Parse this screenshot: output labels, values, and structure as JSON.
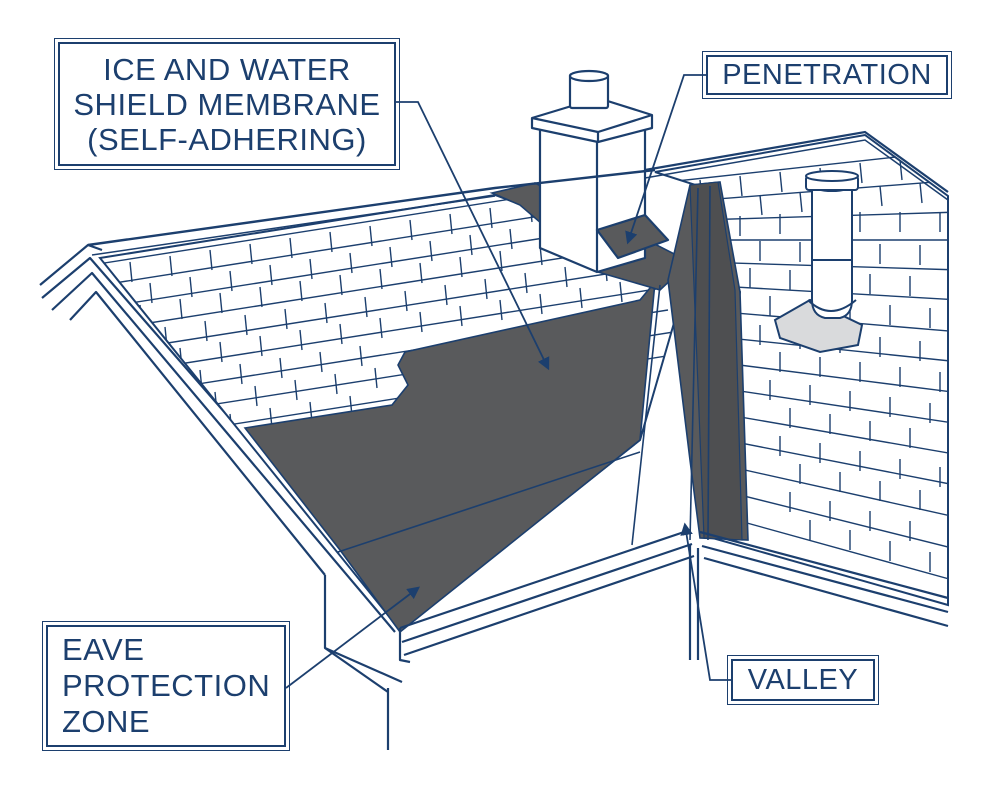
{
  "colors": {
    "line": "#1c3f6e",
    "membrane": "#595a5c",
    "background": "#ffffff",
    "shingle": "#ffffff"
  },
  "callouts": {
    "membrane": {
      "lines": [
        "ICE AND WATER",
        "SHIELD MEMBRANE",
        "(SELF-ADHERING)"
      ]
    },
    "penetration": {
      "lines": [
        "PENETRATION"
      ]
    },
    "eave": {
      "lines": [
        "EAVE",
        "PROTECTION",
        "ZONE"
      ]
    },
    "valley": {
      "lines": [
        "VALLEY"
      ]
    }
  },
  "icons": [
    "chimney-icon",
    "vent-pipe-icon",
    "leader-arrow-icon"
  ]
}
